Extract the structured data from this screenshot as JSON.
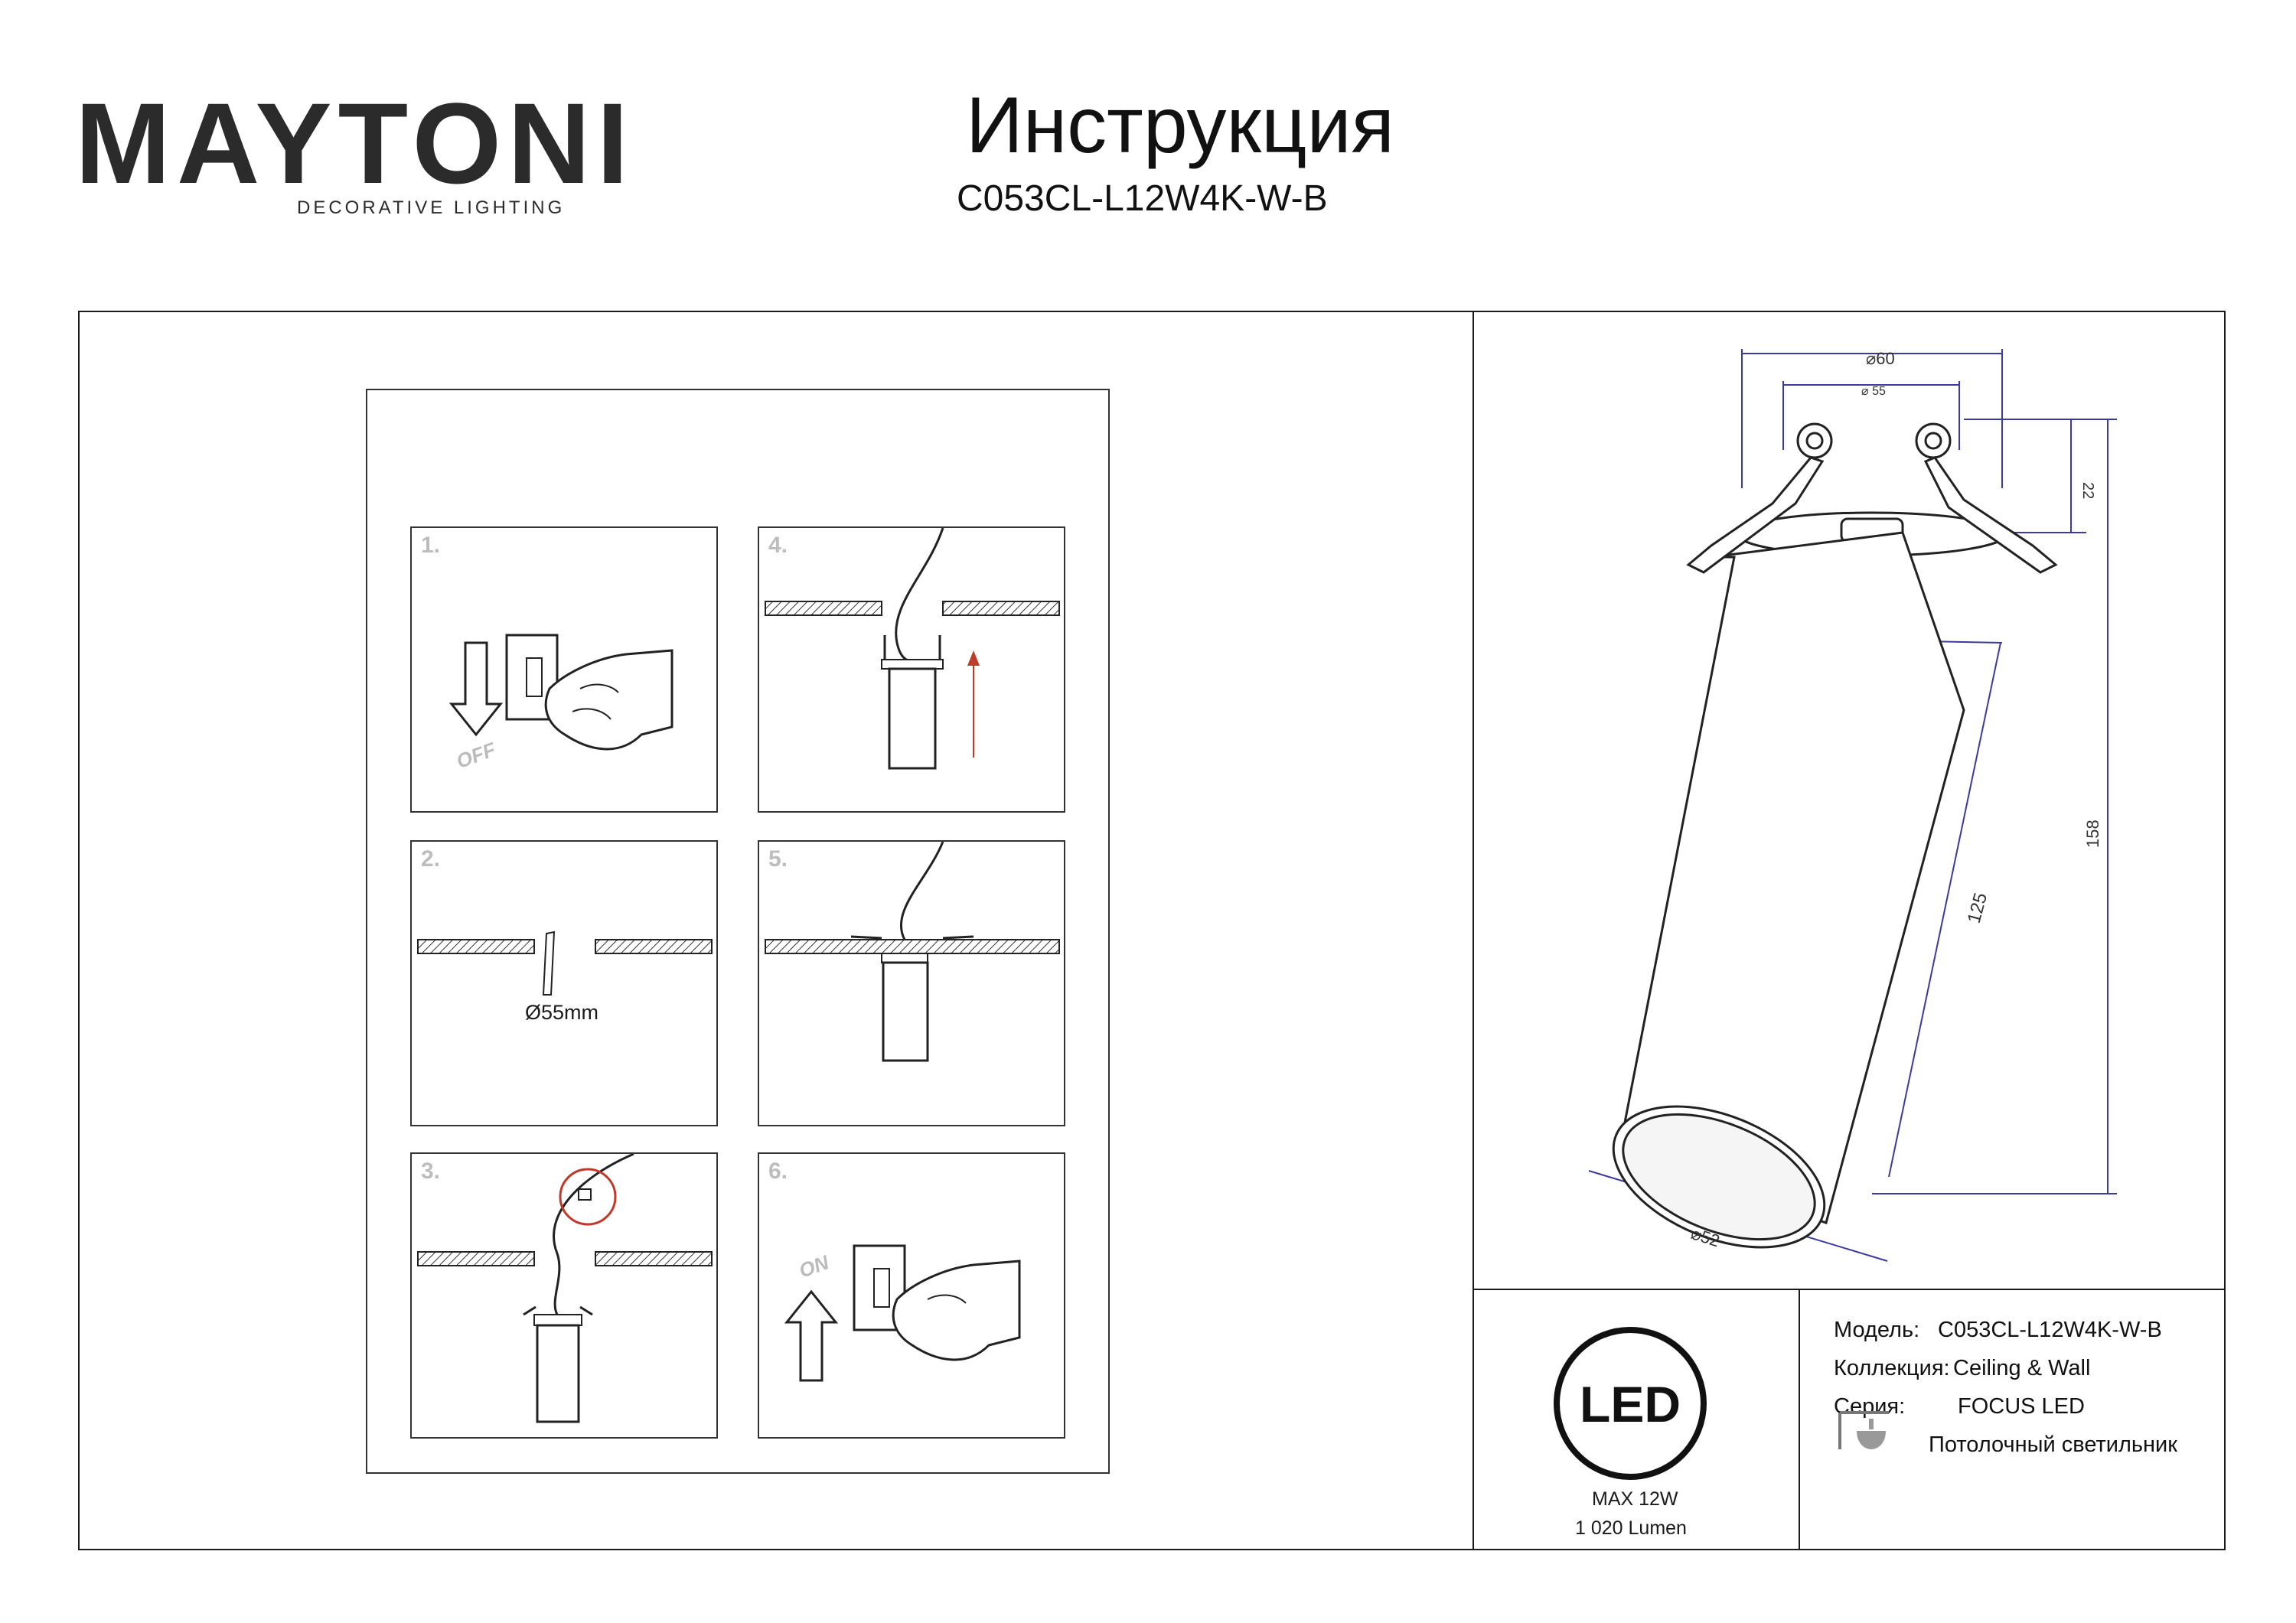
{
  "brand": {
    "name": "MAYTONI",
    "tagline": "DECORATIVE LIGHTING",
    "accent": "#4a1942"
  },
  "header": {
    "title": "Инструкция",
    "model": "C053CL-L12W4K-W-B"
  },
  "steps": [
    {
      "num": "1.",
      "word": "OFF"
    },
    {
      "num": "2.",
      "hole": "Ø55mm"
    },
    {
      "num": "3."
    },
    {
      "num": "4."
    },
    {
      "num": "5."
    },
    {
      "num": "6.",
      "word": "ON"
    }
  ],
  "drawing": {
    "d60": "⌀60",
    "d55": "⌀ 55",
    "h22": "22",
    "h158": "158",
    "l125": "125",
    "d52": "⌀52",
    "dim_color": "#3b3b9a"
  },
  "specs": {
    "model_label": "Модель:",
    "model_value": "C053CL-L12W4K-W-B",
    "collection_label": "Коллекция:",
    "collection_value": "Ceiling & Wall",
    "series_label": "Серия:",
    "series_value": "FOCUS LED",
    "type_value": "Потолочный светильник"
  },
  "led": {
    "badge": "LED",
    "power": "MAX 12W",
    "lumen": "1 020 Lumen"
  }
}
